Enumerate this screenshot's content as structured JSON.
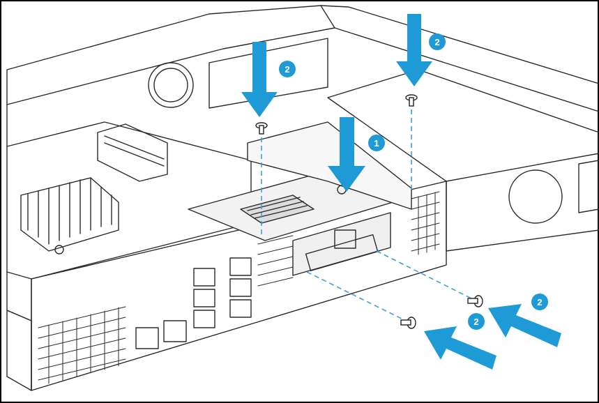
{
  "diagram": {
    "steps": [
      {
        "label": "1"
      },
      {
        "label": "2"
      }
    ],
    "callouts": [
      {
        "step": "1",
        "label": "1"
      },
      {
        "step": "2",
        "label": "2"
      },
      {
        "step": "2",
        "label": "2"
      },
      {
        "step": "2",
        "label": "2"
      },
      {
        "step": "2",
        "label": "2"
      }
    ],
    "colors": {
      "arrow": "#1e9ad6",
      "badge": "#1e9ad6",
      "line": "#2a2a2a",
      "dashed_guide": "#3aa0d8",
      "background": "#ffffff"
    }
  }
}
